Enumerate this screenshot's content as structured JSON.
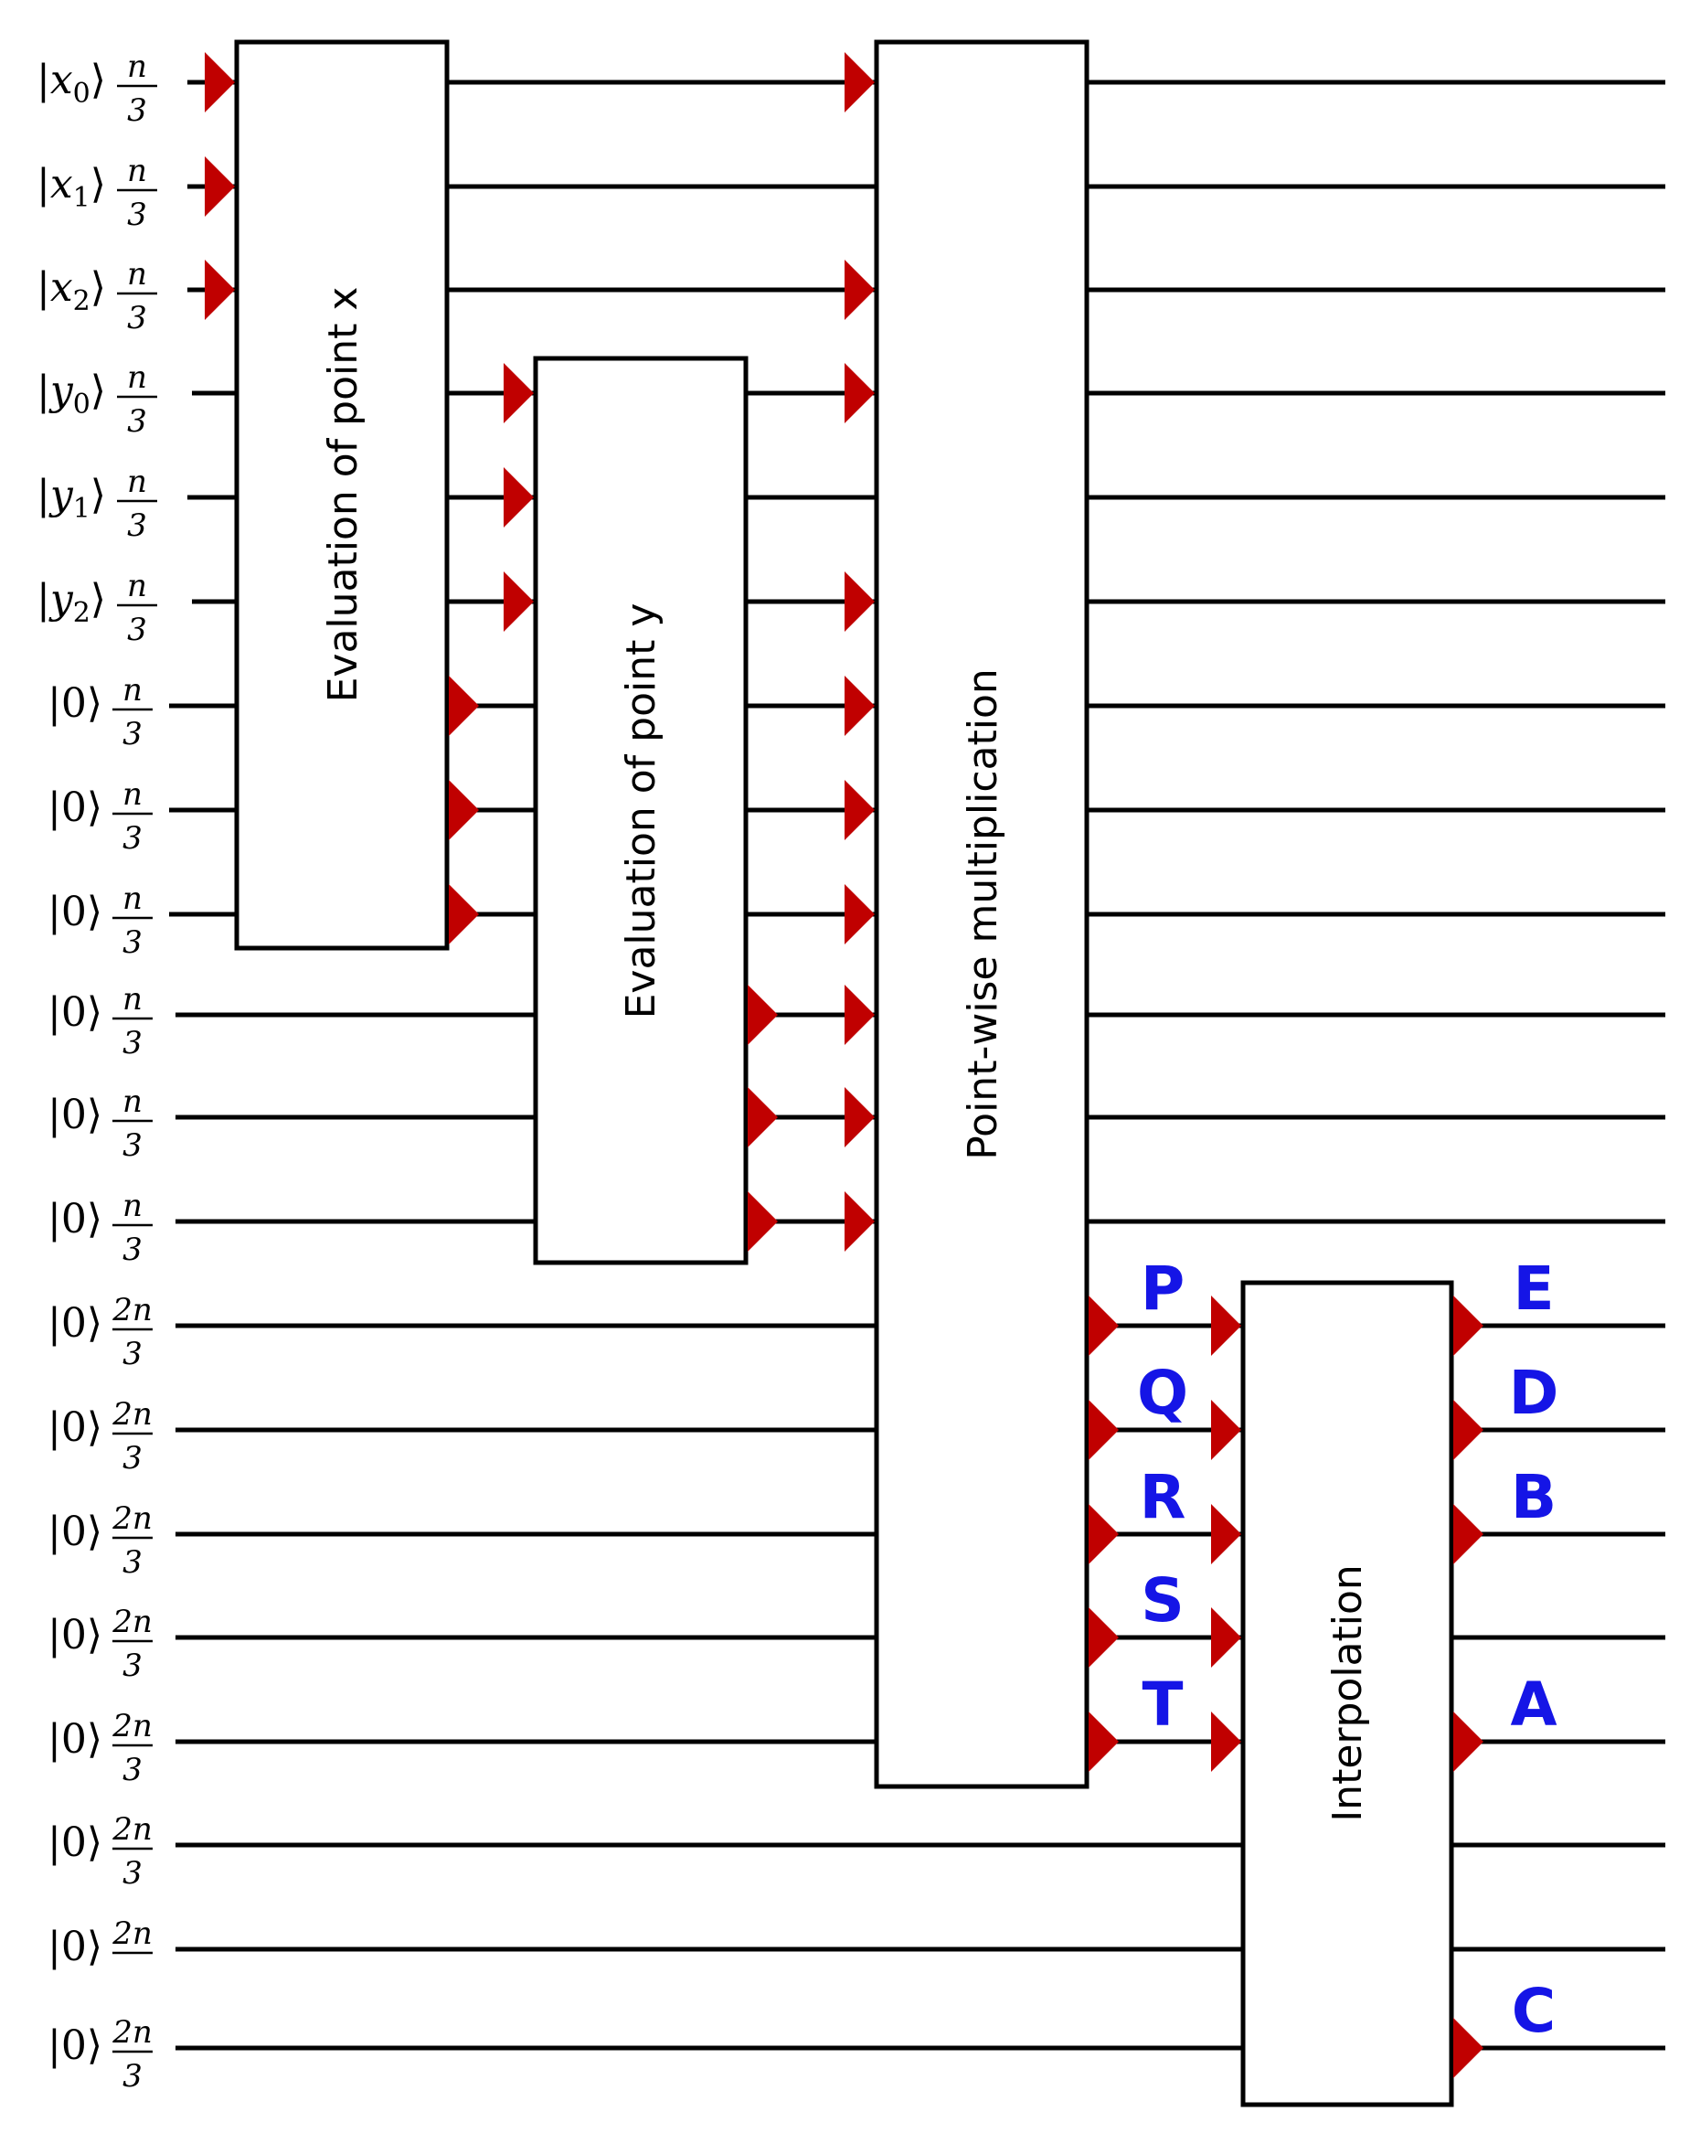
{
  "colors": {
    "wire": "#000000",
    "box_stroke": "#000000",
    "marker": "#c00000",
    "output_label": "#1515e6"
  },
  "inputs": [
    {
      "ket": "|x0⟩",
      "sub": "0",
      "base": "x",
      "num": "n",
      "den": "3"
    },
    {
      "ket": "|x1⟩",
      "sub": "1",
      "base": "x",
      "num": "n",
      "den": "3"
    },
    {
      "ket": "|x2⟩",
      "sub": "2",
      "base": "x",
      "num": "n",
      "den": "3"
    },
    {
      "ket": "|y0⟩",
      "sub": "0",
      "base": "y",
      "num": "n",
      "den": "3"
    },
    {
      "ket": "|y1⟩",
      "sub": "1",
      "base": "y",
      "num": "n",
      "den": "3"
    },
    {
      "ket": "|y2⟩",
      "sub": "2",
      "base": "y",
      "num": "n",
      "den": "3"
    },
    {
      "ket": "|0⟩",
      "num": "n",
      "den": "3"
    },
    {
      "ket": "|0⟩",
      "num": "n",
      "den": "3"
    },
    {
      "ket": "|0⟩",
      "num": "n",
      "den": "3"
    },
    {
      "ket": "|0⟩",
      "num": "n",
      "den": "3"
    },
    {
      "ket": "|0⟩",
      "num": "n",
      "den": "3"
    },
    {
      "ket": "|0⟩",
      "num": "n",
      "den": "3"
    },
    {
      "ket": "|0⟩",
      "num": "2n",
      "den": "3"
    },
    {
      "ket": "|0⟩",
      "num": "2n",
      "den": "3"
    },
    {
      "ket": "|0⟩",
      "num": "2n",
      "den": "3"
    },
    {
      "ket": "|0⟩",
      "num": "2n",
      "den": "3"
    },
    {
      "ket": "|0⟩",
      "num": "2n",
      "den": "3"
    },
    {
      "ket": "|0⟩",
      "num": "2n",
      "den": "3"
    },
    {
      "ket": "|0⟩",
      "num": "2n",
      "den": ""
    },
    {
      "ket": "|0⟩",
      "num": "2n",
      "den": "3"
    }
  ],
  "gates": {
    "eval_x": "Evaluation of point x",
    "eval_y": "Evaluation of point y",
    "pointwise": "Point-wise multiplication",
    "interp": "Interpolation"
  },
  "intermediate_labels": [
    "P",
    "Q",
    "R",
    "S",
    "T"
  ],
  "output_labels": [
    {
      "wire": 12,
      "label": "E"
    },
    {
      "wire": 13,
      "label": "D"
    },
    {
      "wire": 14,
      "label": "B"
    },
    {
      "wire": 16,
      "label": "A"
    },
    {
      "wire": 19,
      "label": "C"
    }
  ]
}
